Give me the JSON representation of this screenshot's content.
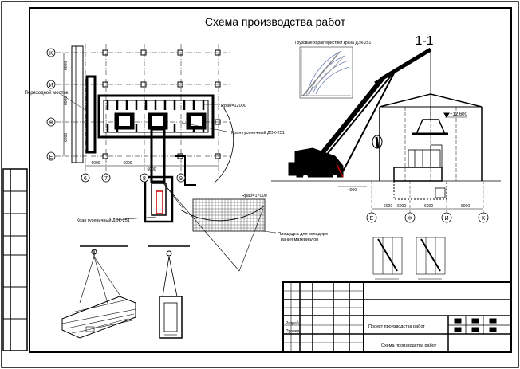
{
  "title": "Схема производства работ",
  "section_label": "1-1",
  "chart_title": "Грузовые характеристики крана ДЭК-251",
  "labels": {
    "bridge": "Переходной мостик",
    "radius_12": "Rраб=12000",
    "crane_top": "Кран гусеничный ДЭК-251",
    "crane_bottom": "Кран гусеничный ДЭК-251",
    "radius_17": "Rраб=17000",
    "storage_line1": "Площадка для складиро-",
    "storage_line2": "вания материалов",
    "elevation": "+12,600"
  },
  "axes_vertical": [
    "К",
    "И",
    "Ж",
    "Е"
  ],
  "axes_horizontal": [
    "6",
    "7",
    "8",
    "9"
  ],
  "section_axes": [
    "Е",
    "Ж",
    "И",
    "К"
  ],
  "dims": {
    "v1": "6000",
    "v2": "6000",
    "v3": "6000",
    "h1": "6000",
    "h2": "6000",
    "h3": "6000",
    "s1": "6000",
    "s2": "6000",
    "s3": "6000",
    "s4": "6000",
    "crane_dim": "4000"
  },
  "title_block": {
    "project": "Проект производства работ",
    "sheet": "Схема производства работ",
    "developed": "Разраб.",
    "checked": "Провер.",
    "stage": "",
    "sheet_no": ""
  }
}
